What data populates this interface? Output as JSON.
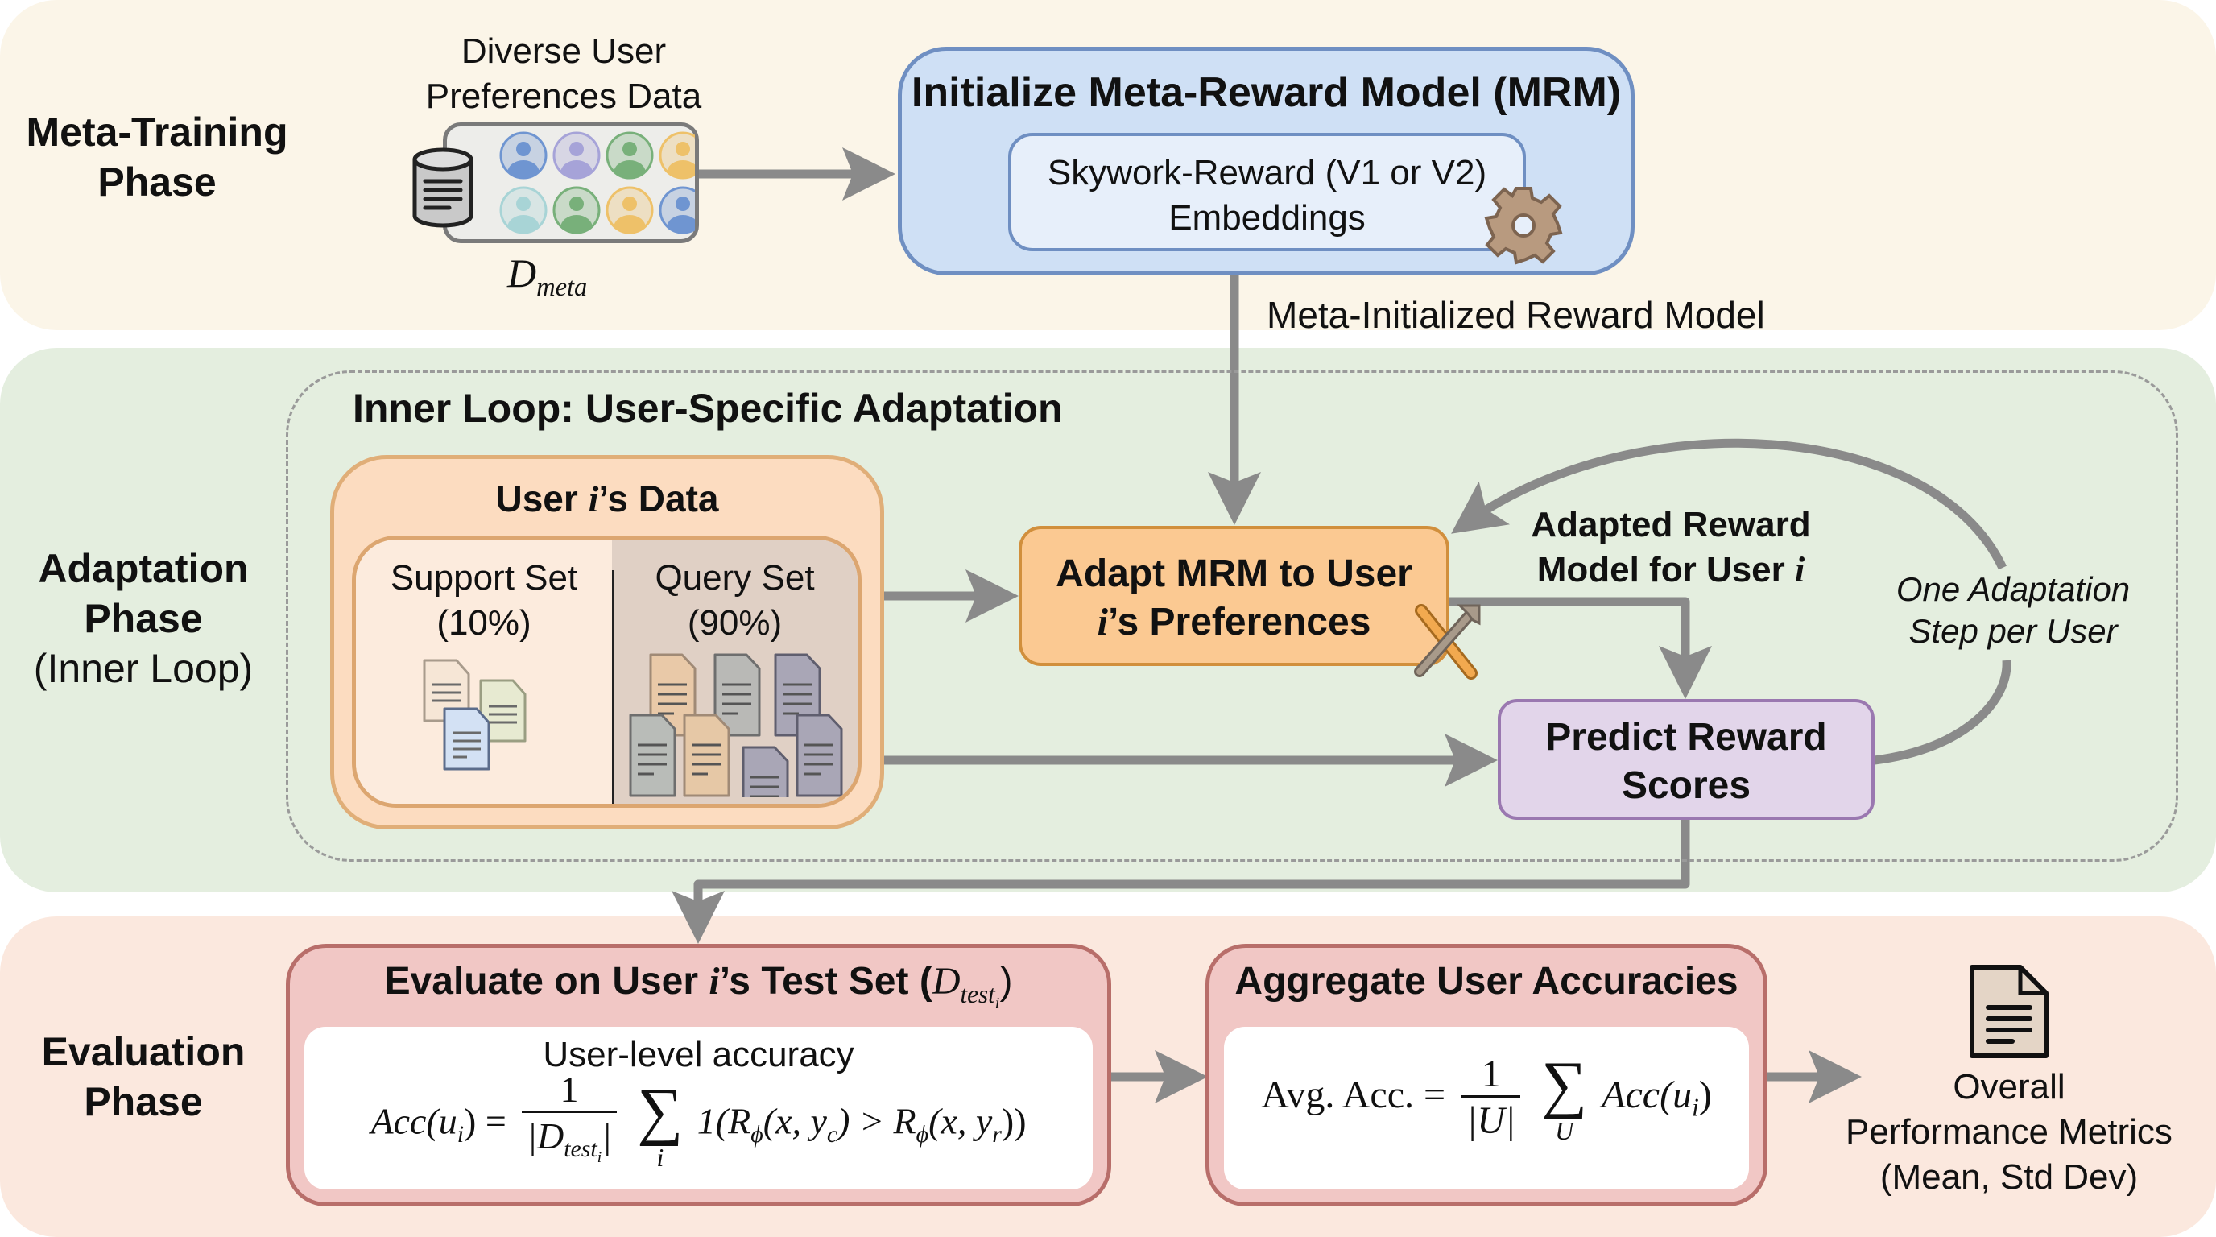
{
  "phases": {
    "meta_training": {
      "line1": "Meta-Training",
      "line2": "Phase"
    },
    "adaptation": {
      "line1": "Adaptation",
      "line2": "Phase",
      "line3": "(Inner Loop)"
    },
    "evaluation": {
      "line1": "Evaluation",
      "line2": "Phase"
    }
  },
  "meta_training": {
    "data_label_line1": "Diverse User",
    "data_label_line2": "Preferences Data",
    "dataset_symbol": "D",
    "dataset_subscript": "meta",
    "user_avatar_colors": [
      "#6f95d1",
      "#a6a3d8",
      "#78b07a",
      "#eec169",
      "#a8d4d6",
      "#78b07a",
      "#eec169",
      "#6f95d1"
    ],
    "mrm_title": "Initialize Meta-Reward Model (MRM)",
    "mrm_inner_line1": "Skywork-Reward (V1 or V2)",
    "mrm_inner_line2": "Embeddings",
    "edge_label": "Meta-Initialized Reward Model"
  },
  "adaptation": {
    "inner_loop_title": "Inner Loop: User-Specific Adaptation",
    "user_data_title_pre": "User ",
    "user_data_title_var": "i",
    "user_data_title_post": "’s Data",
    "support_label": "Support Set",
    "support_pct": "(10%)",
    "query_label": "Query Set",
    "query_pct": "(90%)",
    "adapt_line1": "Adapt MRM to User",
    "adapt_line2_var": "i",
    "adapt_line2_post": "’s Preferences",
    "adapted_label_line1": "Adapted Reward",
    "adapted_label_line2_pre": "Model for User ",
    "adapted_label_line2_var": "i",
    "loop_label_line1": "One Adaptation",
    "loop_label_line2": "Step per User",
    "predict_line1": "Predict Reward",
    "predict_line2": "Scores"
  },
  "evaluation": {
    "eval_title_pre": "Evaluate on User ",
    "eval_title_var": "i",
    "eval_title_post": "’s Test Set (",
    "eval_title_sym": "D",
    "eval_title_sub": "test",
    "eval_title_subsub": "i",
    "eval_title_close": ")",
    "eval_subtitle": "User-level accuracy",
    "eval_formula": {
      "lhs": "Acc(u",
      "lhs_sub": "i",
      "lhs_close": ") =",
      "num": "1",
      "den_sym": "|D",
      "den_sub": "test",
      "den_subsub": "i",
      "den_close": "|",
      "sum_index": "i",
      "body": "1(R",
      "phi": "ϕ",
      "body2": "(x, y",
      "yc": "c",
      "gt": ") > R",
      "body3": "(x, y",
      "yr": "r",
      "close": "))"
    },
    "agg_title": "Aggregate User Accuracies",
    "agg_formula": {
      "lhs": "Avg. Acc. =",
      "num": "1",
      "den": "|U|",
      "sum_index": "U",
      "rhs": "Acc(u",
      "rhs_sub": "i",
      "rhs_close": ")"
    },
    "output_line1": "Overall",
    "output_line2": "Performance Metrics",
    "output_line3": "(Mean, Std Dev)"
  },
  "colors": {
    "meta_band": "#fbf5e8",
    "adapt_band": "#e4eedf",
    "eval_band": "#fbe8de",
    "mrm_fill": "#cfe0f5",
    "adapt_fill": "#fbc992",
    "predict_fill": "#e2d5ea",
    "eval_fill": "#f1c7c5",
    "arrow": "#8a8a8a"
  }
}
